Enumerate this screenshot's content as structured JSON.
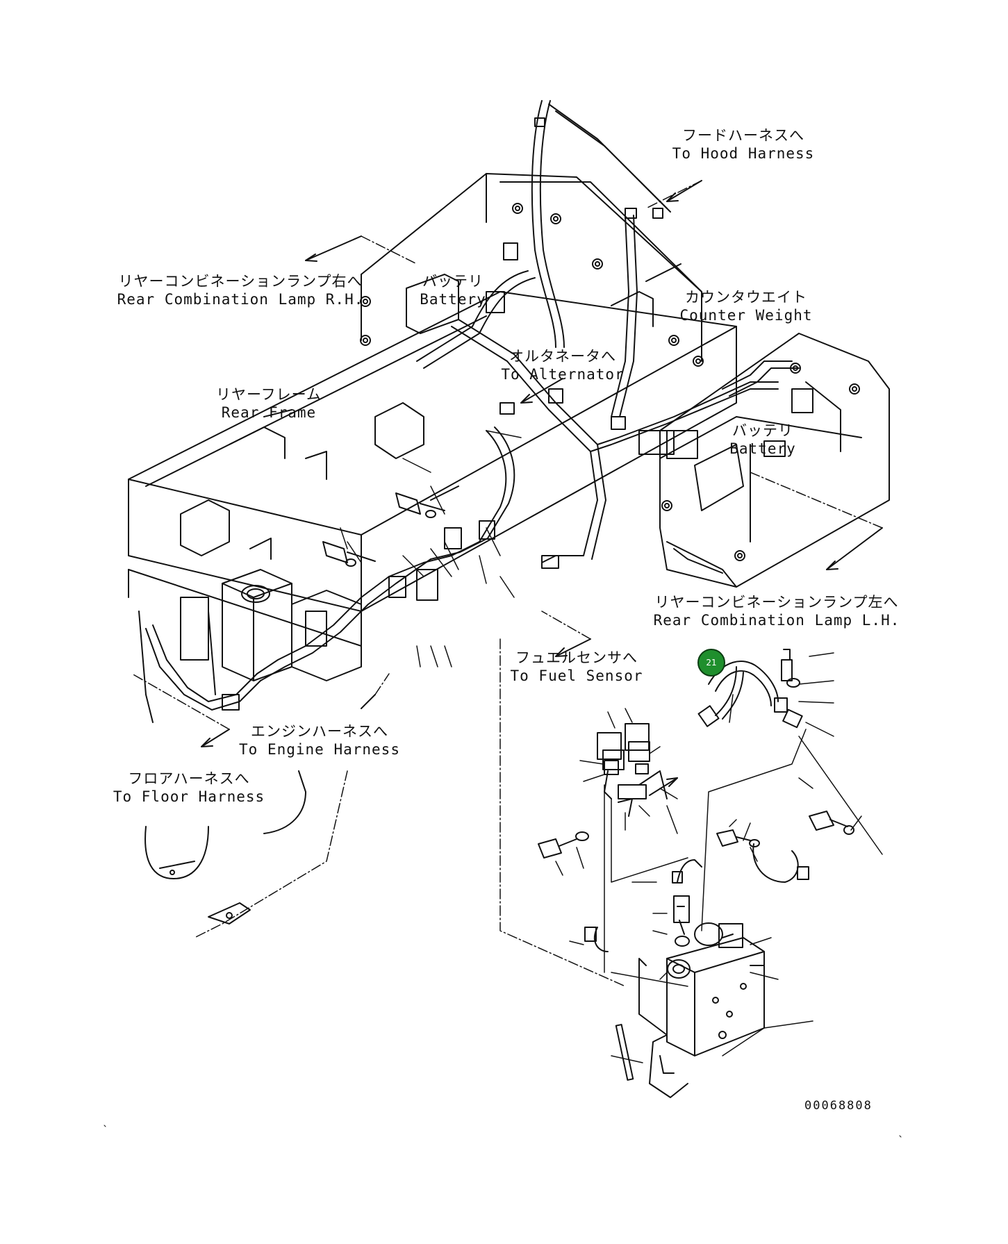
{
  "labels": {
    "hood_harness": {
      "ja": "フードハーネスへ",
      "en": "To Hood Harness"
    },
    "rear_lamp_rh": {
      "ja": "リヤーコンビネーションランプ右へ",
      "en": "Rear Combination Lamp R.H."
    },
    "battery_top": {
      "ja": "バッテリ",
      "en": "Battery"
    },
    "counter_weight": {
      "ja": "カウンタウエイト",
      "en": "Counter Weight"
    },
    "alternator": {
      "ja": "オルタネータへ",
      "en": "To Alternator"
    },
    "rear_frame": {
      "ja": "リヤーフレーム",
      "en": "Rear Frame"
    },
    "battery_right": {
      "ja": "バッテリ",
      "en": "Battery"
    },
    "rear_lamp_lh": {
      "ja": "リヤーコンビネーションランプ左へ",
      "en": "Rear Combination Lamp L.H."
    },
    "fuel_sensor": {
      "ja": "フュエルセンサへ",
      "en": "To Fuel Sensor"
    },
    "engine_harness": {
      "ja": "エンジンハーネスへ",
      "en": "To Engine Harness"
    },
    "floor_harness": {
      "ja": "フロアハーネスへ",
      "en": "To Floor Harness"
    }
  },
  "callout": {
    "number": "21",
    "color": "#1f8f2d"
  },
  "figure_id": "00068808",
  "colors": {
    "line": "#111111",
    "background": "#ffffff"
  }
}
